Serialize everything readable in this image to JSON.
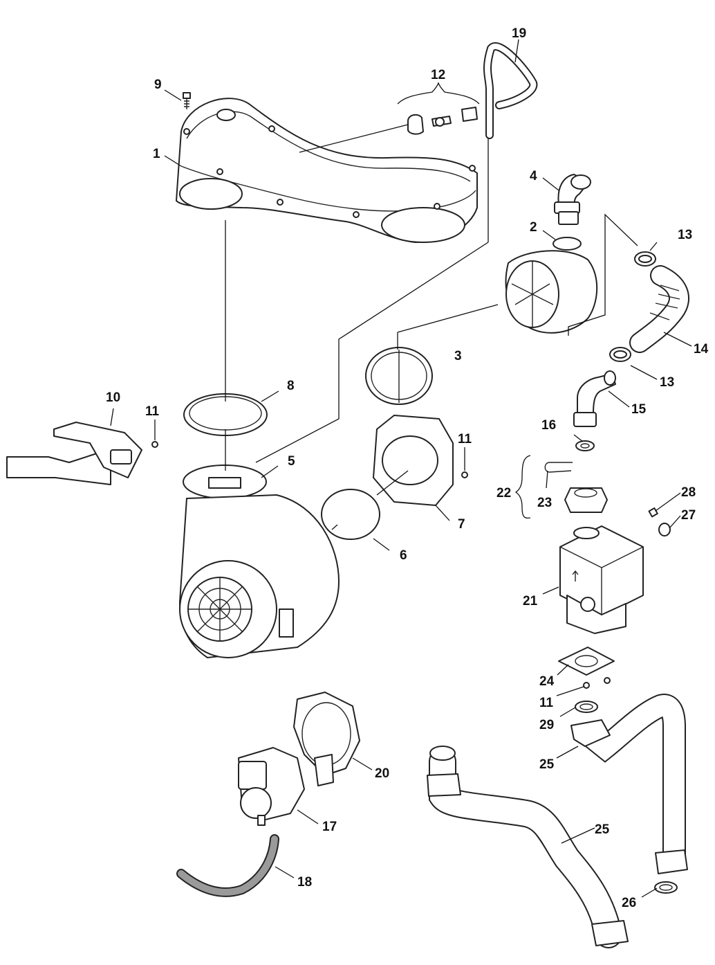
{
  "colors": {
    "line": "#222222",
    "background": "#ffffff",
    "hose": "#9a9a9a"
  },
  "callouts": {
    "c1": "1",
    "c2": "2",
    "c3": "3",
    "c4": "4",
    "c5": "5",
    "c6": "6",
    "c7": "7",
    "c8": "8",
    "c9": "9",
    "c10": "10",
    "c11a": "11",
    "c11b": "11",
    "c11c": "11",
    "c12": "12",
    "c13a": "13",
    "c13b": "13",
    "c14": "14",
    "c15": "15",
    "c16": "16",
    "c17": "17",
    "c18": "18",
    "c19": "19",
    "c20": "20",
    "c21": "21",
    "c22": "22",
    "c23": "23",
    "c24": "24",
    "c25a": "25",
    "c25b": "25",
    "c26": "26",
    "c27": "27",
    "c28": "28",
    "c29": "29"
  }
}
